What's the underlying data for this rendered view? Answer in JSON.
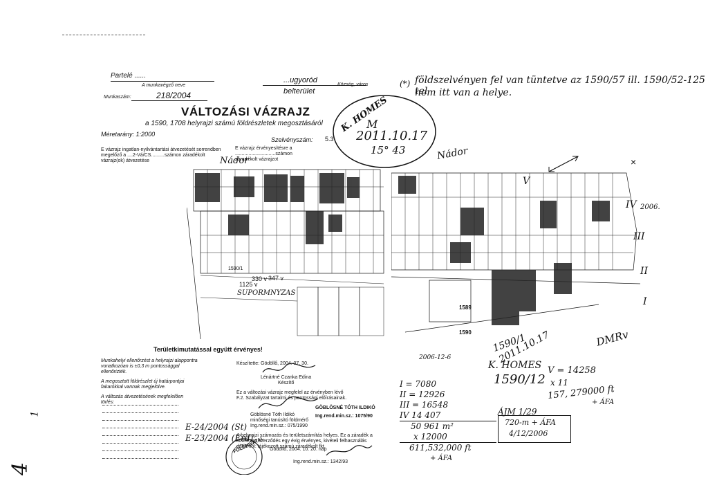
{
  "header": {
    "county_label": "Partelé ......",
    "county_caption": "A munkavégző neve",
    "municipality": "...ugyoród",
    "municipality_caption": "Község, város",
    "area_type": "belterület",
    "job_number_label": "Munkaszám:",
    "job_number": "218/2004"
  },
  "title": {
    "main": "VÁLTOZÁSI VÁZRAJZ",
    "subtitle": "a 1590, 1708 helyrajzi számú földrészletek megosztásáról",
    "scale_label": "Méretarány:",
    "scale": "1:2000",
    "survey_label": "Szelvényszám:",
    "survey_number": "5.3"
  },
  "notes_left": {
    "line1": "E vázrajz ingatlan-nyilvántartási átvezetését sorrendben",
    "line2": "megelőző a ....2-Vá/CS..........számon záradékolt",
    "line3": "vázrajz(ok) átvezetése"
  },
  "notes_mid": {
    "line1": "E vázrajz érvényesítésre a ..............................számon",
    "line2": "záradékolt vázrajzot"
  },
  "stamp_top": {
    "text1": "K. HOMES",
    "text2": "M",
    "text3": "2011.10.17",
    "text4": "15° 43"
  },
  "annotation_top": {
    "marker": "(*)",
    "text1": "földszelvényen fel van tüntetve az 1590/57 ill. 1590/52-125 tel",
    "text2": "nem itt van a helye."
  },
  "map_labels": {
    "nador_left": "Nádor",
    "nador_right": "Nádor",
    "bold_1589": "1589",
    "bold_1590": "1590",
    "roman_IV": "IV",
    "roman_IV_note": "2006.",
    "roman_III": "III",
    "roman_II": "II",
    "roman_I": "I",
    "roman_V": "V",
    "parcel_a": "1125 v",
    "parcel_b": "330 v",
    "parcel_c": "347 v",
    "street": "SUPORMNYZAS",
    "road": "1590/1"
  },
  "footer_left": {
    "validity": "Területkimutatással együtt érvényes!",
    "note1": "Munkahelyi ellenőrzést a helyrajzi alappontra",
    "note2": "vonatkozóan is ±0,3 m pontossággal ellenőrizték.",
    "note3": "A megosztott földrészlet új határpontjai",
    "note4": "fakarókkal vannak megjelölve.",
    "note5": "A változás átvezetésének megfelelően",
    "note6": "törlés:",
    "code1": "E-24/2004 (St)",
    "code2": "E-23/2004 (Erd)"
  },
  "footer_mid": {
    "date_label": "Készítette:",
    "date": "Gödöllő, 2004. 07. 30.",
    "maker_name": "Lénártné Czanka Edina",
    "maker_role": "Készítő",
    "cert1": "Ez a változási vázrajz megfelel az érvényben lévő",
    "cert2": "F.2. Szabályzat tartalmi és pontossági előírásainak.",
    "checker": "Göblösné Tóth Ildikó",
    "checker_role": "minőségi tanúsító földmérő",
    "license_label": "Ing.rend.min.sz.:",
    "license": "075/1990",
    "name_right": "GÖBLÖSNÉ TÓTH ILDIKÓ",
    "license_right": "Ing.rend.min.sz.: 1075/90",
    "legal1": "A helyrajzi számozás és területszámítás helyes. Ez a záradék a",
    "legal2": "kötelezett szerződés egy évig érvényes, kivételi felhasználás",
    "legal3": "dátumtól: tájékozott számú záradékolt fkt.",
    "place_date": "Gödöllő, 2004. 10. 20. nap",
    "sign_code": "Ing.rend.min.sz.: 1342/93",
    "stamp_ring": "FÖLDHIVATAL"
  },
  "hand_right": {
    "sign1": "1590/1",
    "sign1_date": "2011.10.17",
    "note_hu": "DMRv",
    "label_2006": "2006-12-6",
    "k_homes": "K. HOMES",
    "k_homes_ref": "1590/12",
    "roman_v_line": "V = 14258",
    "multiplier": "x 11",
    "amount1": "157, 279000 ft",
    "afa1": "+ ÁFA",
    "t1": "I = 7080",
    "t2": "II = 12926",
    "t3": "III = 16548",
    "t4": "IV 14 407",
    "sum": "50 961 m²",
    "rate": "x 12000",
    "total": "611,532,000 ft",
    "afa2": "+ ÁFA",
    "box_note1": "ÁJM 1/29",
    "box_note2": "720-m + ÁFA",
    "box_note3": "4/12/2006"
  },
  "margin": {
    "left_mark": "4",
    "left_note": "1"
  }
}
